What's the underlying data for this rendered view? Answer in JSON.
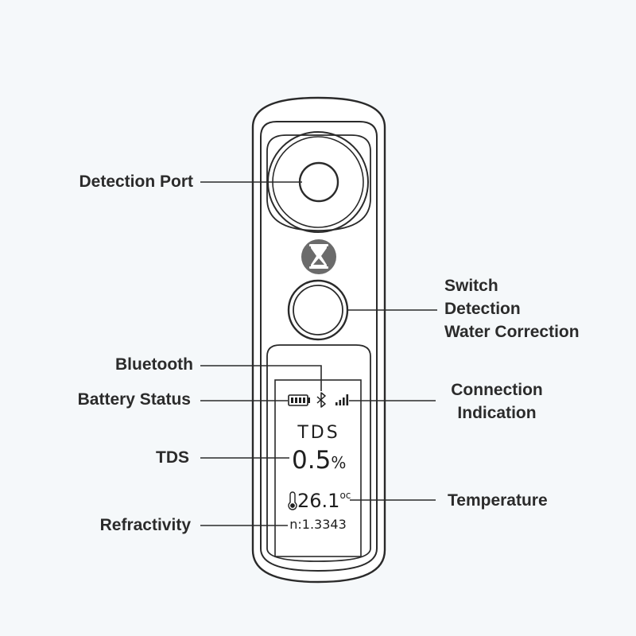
{
  "callouts": {
    "detection_port": "Detection Port",
    "switch_line1": "Switch",
    "switch_line2": "Detection",
    "switch_line3": "Water Correction",
    "bluetooth": "Bluetooth",
    "battery_status": "Battery Status",
    "connection_line1": "Connection",
    "connection_line2": "Indication",
    "tds": "TDS",
    "temperature": "Temperature",
    "refractivity": "Refractivity"
  },
  "screen": {
    "mode_label": "TDS",
    "reading_value": "0.5",
    "reading_unit": "%",
    "temperature_value": "26.1",
    "temperature_unit": "oc",
    "refractive_index": "n:1.3343"
  },
  "colors": {
    "outline": "#2a2a2a",
    "label_text": "#2b2b2b",
    "background": "#f5f8fa",
    "logo_fill": "#6b6b6b"
  },
  "icons": {
    "battery": "battery-icon",
    "bluetooth": "bluetooth-icon",
    "signal": "signal-bars-icon",
    "thermometer": "thermometer-icon",
    "logo": "hourglass-logo-icon"
  }
}
